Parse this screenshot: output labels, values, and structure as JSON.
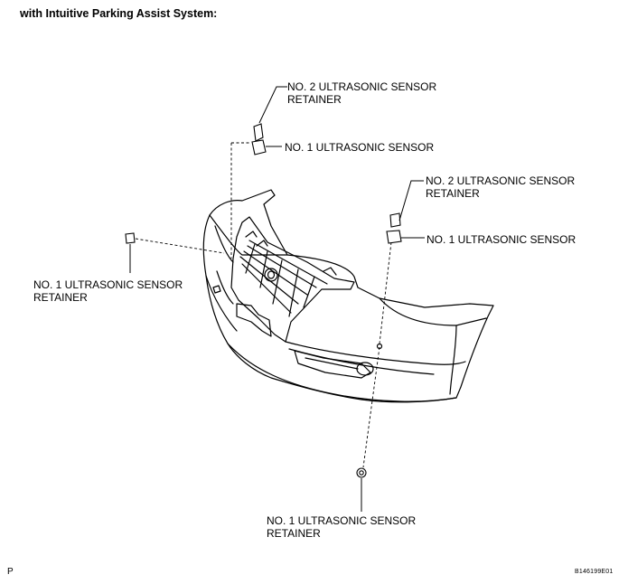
{
  "caption": "with Intuitive Parking Assist System:",
  "labels": {
    "retainer2_left": [
      "NO. 2 ULTRASONIC SENSOR",
      "RETAINER"
    ],
    "sensor1_left": "NO. 1 ULTRASONIC SENSOR",
    "retainer2_right": [
      "NO. 2 ULTRASONIC SENSOR",
      "RETAINER"
    ],
    "sensor1_right": "NO. 1 ULTRASONIC SENSOR",
    "retainer1_side": [
      "NO. 1 ULTRASONIC SENSOR",
      "RETAINER"
    ],
    "retainer1_bottom": [
      "NO. 1 ULTRASONIC SENSOR",
      "RETAINER"
    ]
  },
  "corner_mark": "P",
  "figure_code": "B146199E01"
}
